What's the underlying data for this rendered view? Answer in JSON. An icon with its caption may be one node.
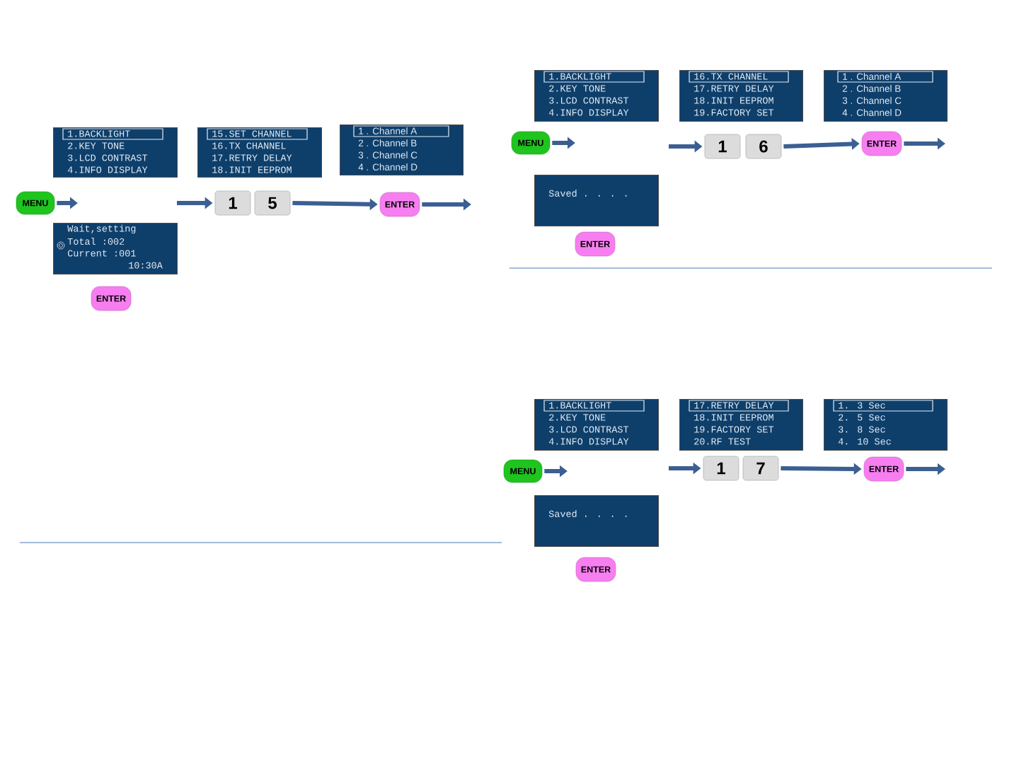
{
  "diagram": {
    "nodes": [
      {
        "text": [
          "1.BACKLIGHT",
          "2.KEY TONE",
          "3.LCD CONTRAST",
          "4.INFO DISPLAY"
        ]
      },
      {
        "text": [
          "15.SET CHANNEL",
          "16.TX CHANNEL",
          "17.RETRY DELAY",
          "18.INIT EEPROM"
        ]
      },
      {
        "text": [
          "1 . Channel A",
          "2 . Channel B",
          "3 . Channel C",
          "4 . Channel D"
        ]
      },
      {
        "text": [
          "MENU"
        ]
      },
      {
        "text": [
          "1"
        ]
      },
      {
        "text": [
          "5"
        ]
      },
      {
        "text": [
          "ENTER"
        ]
      },
      {
        "text": [
          "Wait,setting",
          "Total :002",
          "Current :001",
          "10:30A"
        ]
      },
      {
        "text": [
          "ENTER"
        ]
      },
      {
        "text": [
          "1.BACKLIGHT",
          "2.KEY TONE",
          "3.LCD CONTRAST",
          "4.INFO DISPLAY"
        ]
      },
      {
        "text": [
          "16.TX CHANNEL",
          "17.RETRY DELAY",
          "18.INIT EEPROM",
          "19.FACTORY SET"
        ]
      },
      {
        "text": [
          "1 . Channel A",
          "2 . Channel B",
          "3 . Channel C",
          "4 . Channel D"
        ]
      },
      {
        "text": [
          "MENU"
        ]
      },
      {
        "text": [
          "1"
        ]
      },
      {
        "text": [
          "6"
        ]
      },
      {
        "text": [
          "ENTER"
        ]
      },
      {
        "text": [
          "Saved . . . ."
        ]
      },
      {
        "text": [
          "ENTER"
        ]
      },
      {
        "text": [
          "1.BACKLIGHT",
          "2.KEY TONE",
          "3.LCD CONTRAST",
          "4.INFO DISPLAY"
        ]
      },
      {
        "text": [
          "17.RETRY DELAY",
          "18.INIT EEPROM",
          "19.FACTORY SET",
          "20.RF TEST"
        ]
      },
      {
        "text": [
          "1. 3 Sec",
          "2. 5 Sec",
          "3. 8 Sec",
          "4. 10 Sec"
        ]
      },
      {
        "text": [
          "MENU"
        ]
      },
      {
        "text": [
          "1"
        ]
      },
      {
        "text": [
          "7"
        ]
      },
      {
        "text": [
          "ENTER"
        ]
      },
      {
        "text": [
          "Saved . . . ."
        ]
      },
      {
        "text": [
          "ENTER"
        ]
      }
    ],
    "edges": [
      {
        "from": 3,
        "to": null,
        "arrow": "to"
      },
      {
        "from": null,
        "to": 4,
        "arrow": "to"
      },
      {
        "from": 5,
        "to": 6,
        "arrow": "to"
      },
      {
        "from": 6,
        "to": null,
        "arrow": "to"
      },
      {
        "from": 12,
        "to": null,
        "arrow": "to"
      },
      {
        "from": null,
        "to": 13,
        "arrow": "to"
      },
      {
        "from": 14,
        "to": 15,
        "arrow": "to"
      },
      {
        "from": 15,
        "to": null,
        "arrow": "to"
      },
      {
        "from": 21,
        "to": null,
        "arrow": "to"
      },
      {
        "from": null,
        "to": 22,
        "arrow": "to"
      },
      {
        "from": 23,
        "to": 24,
        "arrow": "to"
      },
      {
        "from": 24,
        "to": null,
        "arrow": "to"
      }
    ]
  }
}
